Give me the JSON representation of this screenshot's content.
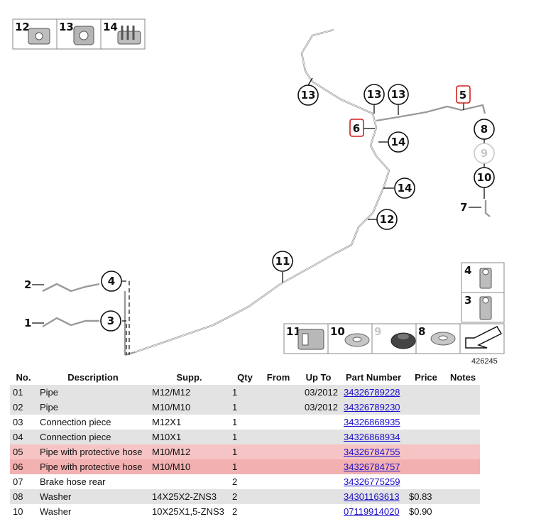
{
  "diagram": {
    "legend_top": [
      {
        "num": "12",
        "icon": "clip-icon"
      },
      {
        "num": "13",
        "icon": "holder-icon"
      },
      {
        "num": "14",
        "icon": "pipe-clip-icon"
      }
    ],
    "callouts": [
      {
        "num": "13",
        "faded": false
      },
      {
        "num": "13",
        "faded": false
      },
      {
        "num": "13",
        "faded": false
      },
      {
        "num": "5",
        "boxed": true
      },
      {
        "num": "6",
        "boxed": true
      },
      {
        "num": "14",
        "faded": false
      },
      {
        "num": "8",
        "faded": false
      },
      {
        "num": "9",
        "faded": true
      },
      {
        "num": "10",
        "faded": false
      },
      {
        "num": "7",
        "plain": true
      },
      {
        "num": "14",
        "faded": false
      },
      {
        "num": "12",
        "faded": false
      },
      {
        "num": "11",
        "faded": false
      },
      {
        "num": "4",
        "faded": false
      },
      {
        "num": "3",
        "faded": false
      },
      {
        "num": "2",
        "plain": true
      },
      {
        "num": "1",
        "plain": true
      }
    ],
    "legend_right": [
      {
        "num": "4",
        "icon": "connection-piece-icon"
      },
      {
        "num": "3",
        "icon": "connection-piece-icon"
      }
    ],
    "legend_bottom": [
      {
        "num": "11",
        "icon": "clip-icon"
      },
      {
        "num": "10",
        "icon": "washer-icon"
      },
      {
        "num": "9",
        "icon": "grommet-icon",
        "faded": true
      },
      {
        "num": "8",
        "icon": "washer-icon"
      },
      {
        "num": "",
        "icon": "arrow-icon"
      }
    ],
    "reference": "426245"
  },
  "table": {
    "headers": [
      "No.",
      "Description",
      "Supp.",
      "Qty",
      "From",
      "Up To",
      "Part Number",
      "Price",
      "Notes"
    ],
    "rows": [
      {
        "no": "01",
        "desc": "Pipe",
        "supp": "M12/M12",
        "qty": "1",
        "from": "",
        "upto": "03/2012",
        "part": "34326789228",
        "price": "",
        "notes": ""
      },
      {
        "no": "02",
        "desc": "Pipe",
        "supp": "M10/M10",
        "qty": "1",
        "from": "",
        "upto": "03/2012",
        "part": "34326789230",
        "price": "",
        "notes": ""
      },
      {
        "no": "03",
        "desc": "Connection piece",
        "supp": "M12X1",
        "qty": "1",
        "from": "",
        "upto": "",
        "part": "34326868935",
        "price": "",
        "notes": ""
      },
      {
        "no": "04",
        "desc": "Connection piece",
        "supp": "M10X1",
        "qty": "1",
        "from": "",
        "upto": "",
        "part": "34326868934",
        "price": "",
        "notes": ""
      },
      {
        "no": "05",
        "desc": "Pipe with protective hose",
        "supp": "M10/M12",
        "qty": "1",
        "from": "",
        "upto": "",
        "part": "34326784755",
        "price": "",
        "notes": ""
      },
      {
        "no": "06",
        "desc": "Pipe with protective hose",
        "supp": "M10/M10",
        "qty": "1",
        "from": "",
        "upto": "",
        "part": "34326784757",
        "price": "",
        "notes": ""
      },
      {
        "no": "07",
        "desc": "Brake hose rear",
        "supp": "",
        "qty": "2",
        "from": "",
        "upto": "",
        "part": "34326775259",
        "price": "",
        "notes": ""
      },
      {
        "no": "08",
        "desc": "Washer",
        "supp": "14X25X2-ZNS3",
        "qty": "2",
        "from": "",
        "upto": "",
        "part": "34301163613",
        "price": "$0.83",
        "notes": ""
      },
      {
        "no": "10",
        "desc": "Washer",
        "supp": "10X25X1,5-ZNS3",
        "qty": "2",
        "from": "",
        "upto": "",
        "part": "07119914020",
        "price": "$0.90",
        "notes": ""
      }
    ]
  }
}
